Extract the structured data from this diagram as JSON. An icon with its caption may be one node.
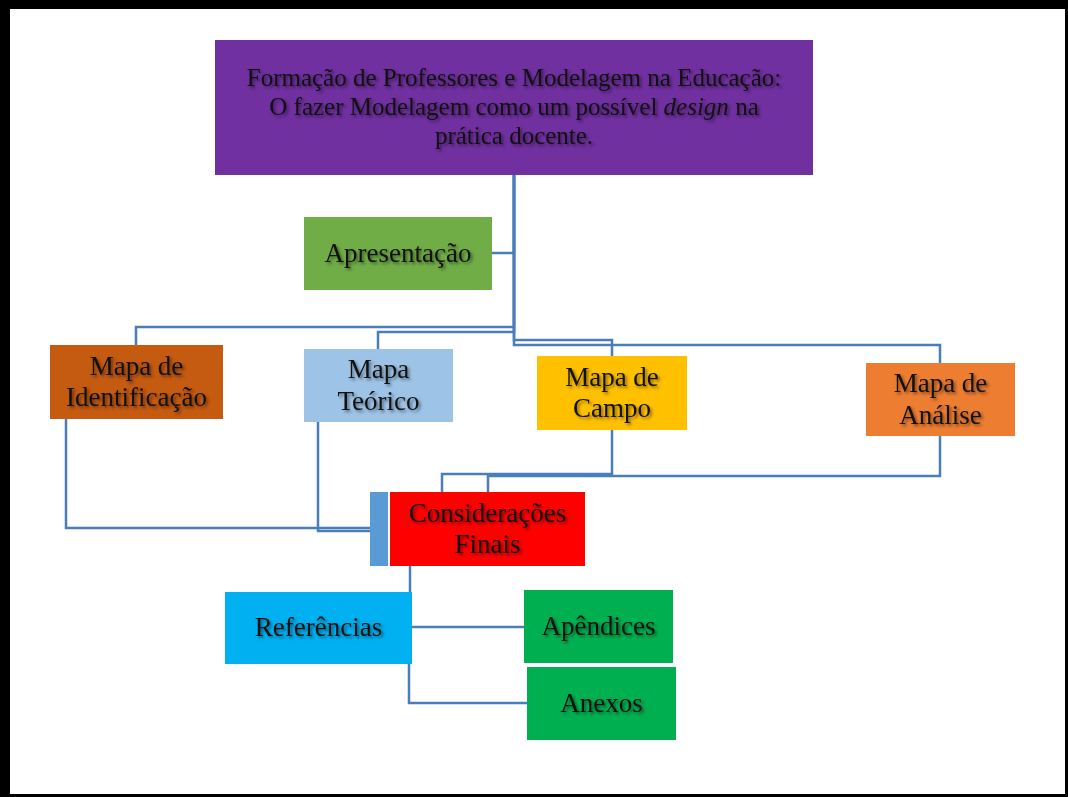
{
  "diagram": {
    "nodes": [
      {
        "text": [
          "Formação de Professores e Modelagem na Educação: O fazer Modelagem como um possível *design* na prática docente."
        ]
      },
      {
        "text": [
          "Apresentação"
        ]
      },
      {
        "text": [
          "Mapa de Identificação"
        ]
      },
      {
        "text": [
          "Mapa Teórico"
        ]
      },
      {
        "text": [
          "Mapa de Campo"
        ]
      },
      {
        "text": [
          "Mapa de Análise"
        ]
      },
      {
        "text": [],
        "shape": "bar"
      },
      {
        "text": [
          "Considerações Finais"
        ]
      },
      {
        "text": [
          "Referências"
        ]
      },
      {
        "text": [
          "Apêndices"
        ]
      },
      {
        "text": [
          "Anexos"
        ]
      }
    ],
    "edges": [
      {
        "from": 0,
        "to": 1,
        "arrow": "none"
      },
      {
        "from": 0,
        "to": 2,
        "arrow": "none"
      },
      {
        "from": 0,
        "to": 3,
        "arrow": "none"
      },
      {
        "from": 0,
        "to": 4,
        "arrow": "none"
      },
      {
        "from": 0,
        "to": 5,
        "arrow": "none"
      },
      {
        "from": 2,
        "to": 6,
        "arrow": "none"
      },
      {
        "from": 3,
        "to": 6,
        "arrow": "none"
      },
      {
        "from": 4,
        "to": 7,
        "arrow": "none"
      },
      {
        "from": 5,
        "to": 7,
        "arrow": "none"
      },
      {
        "from": 7,
        "to": 8,
        "arrow": "none"
      },
      {
        "from": 8,
        "to": 9,
        "arrow": "none"
      },
      {
        "from": 8,
        "to": 10,
        "arrow": "none"
      }
    ]
  }
}
